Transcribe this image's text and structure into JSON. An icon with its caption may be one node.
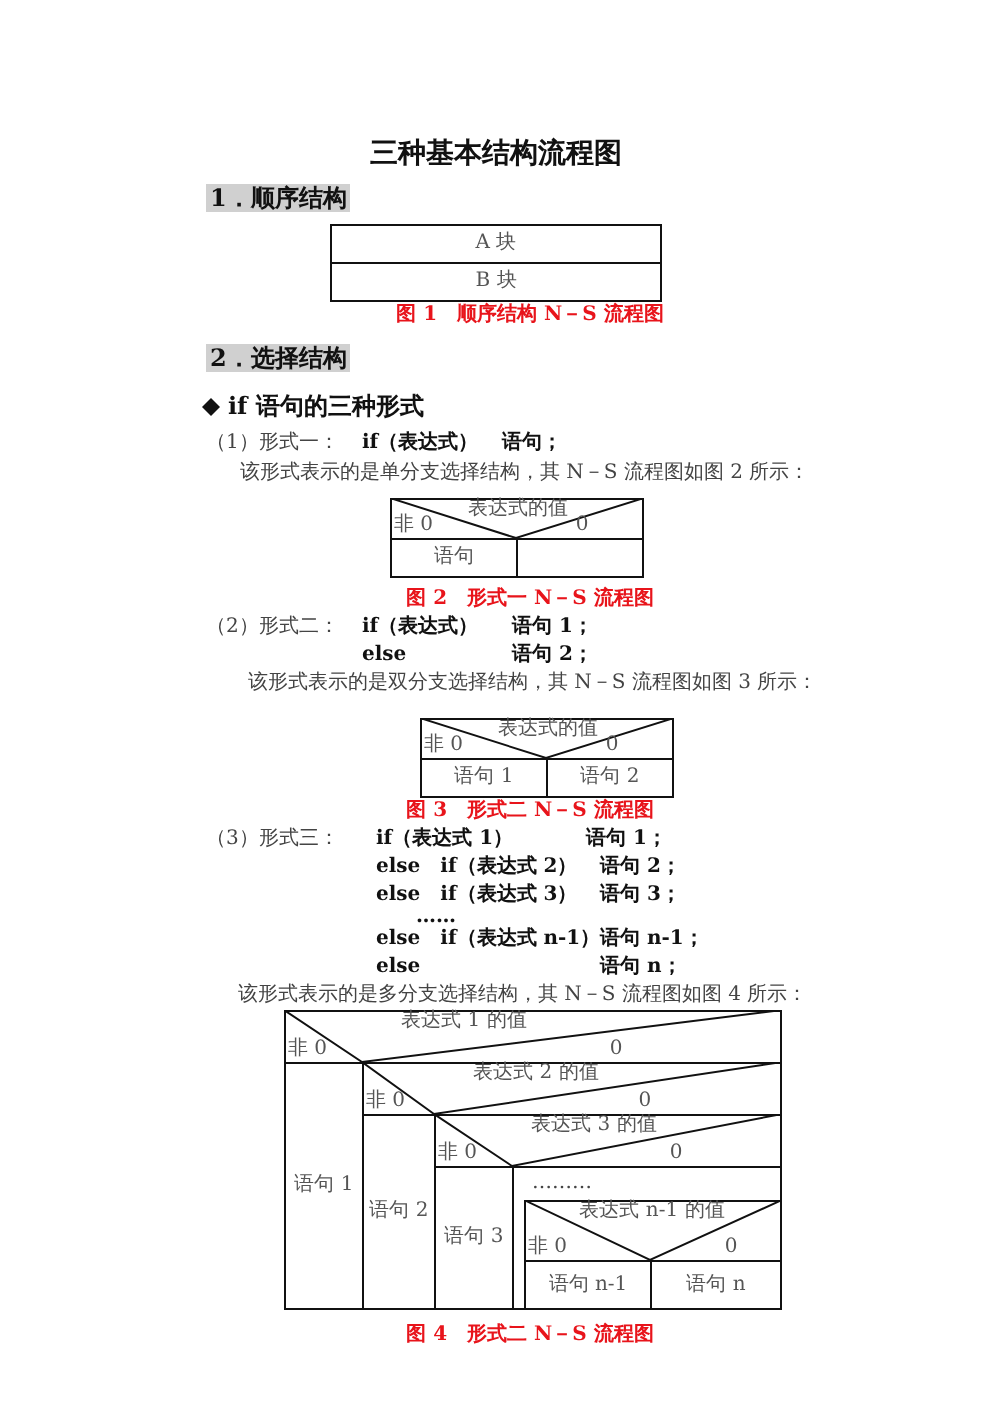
{
  "diagram": {
    "title": "三种基本结构流程图",
    "nodes": [
      {
        "text": [
          "A 块"
        ]
      },
      {
        "text": [
          "B 块"
        ]
      },
      {
        "text": [
          "表达式的值",
          "非 0",
          "0"
        ]
      },
      {
        "text": [
          "语句"
        ]
      },
      {
        "text": [],
        "shape": "box"
      },
      {
        "text": [
          "表达式的值",
          "非 0",
          "0"
        ]
      },
      {
        "text": [
          "语句 1"
        ]
      },
      {
        "text": [
          "语句 2"
        ]
      },
      {
        "text": [
          "表达式 1 的值",
          "非 0",
          "0"
        ]
      },
      {
        "text": [
          "语句 1"
        ]
      },
      {
        "text": [
          "表达式 2 的值",
          "非 0",
          "0"
        ]
      },
      {
        "text": [
          "语句 2"
        ]
      },
      {
        "text": [
          "表达式 3 的值",
          "非 0",
          "0"
        ]
      },
      {
        "text": [
          "语句 3"
        ]
      },
      {
        "text": [
          "表达式 n-1 的值",
          "非 0",
          "0"
        ]
      },
      {
        "text": [
          "语句 n-1"
        ]
      },
      {
        "text": [
          "语句 n"
        ]
      }
    ],
    "labels": [
      "1．顺序结构",
      "图 1　顺序结构 N－S 流程图",
      "2．选择结构",
      "if 语句的三种形式",
      "（1）形式一：",
      "if（表达式）",
      "语句；",
      "该形式表示的是单分支选择结构，其 N－S 流程图如图 2 所示：",
      "图 2　形式一 N－S 流程图",
      "（2）形式二：",
      "if（表达式）",
      "语句 1；",
      "else",
      "语句 2；",
      "该形式表示的是双分支选择结构，其 N－S 流程图如图 3 所示：",
      "图 3　形式二 N－S 流程图",
      "（3）形式三：",
      "if（表达式 1）",
      "语句 1；",
      "else　if（表达式 2）",
      "语句 2；",
      "else　if（表达式 3）",
      "语句 3；",
      "……",
      "else　if（表达式 n-1）",
      "语句 n-1；",
      "else",
      "语句 n；",
      "该形式表示的是多分支选择结构，其 N－S 流程图如图 4 所示：",
      "………",
      "图 4　形式二 N－S 流程图"
    ]
  }
}
